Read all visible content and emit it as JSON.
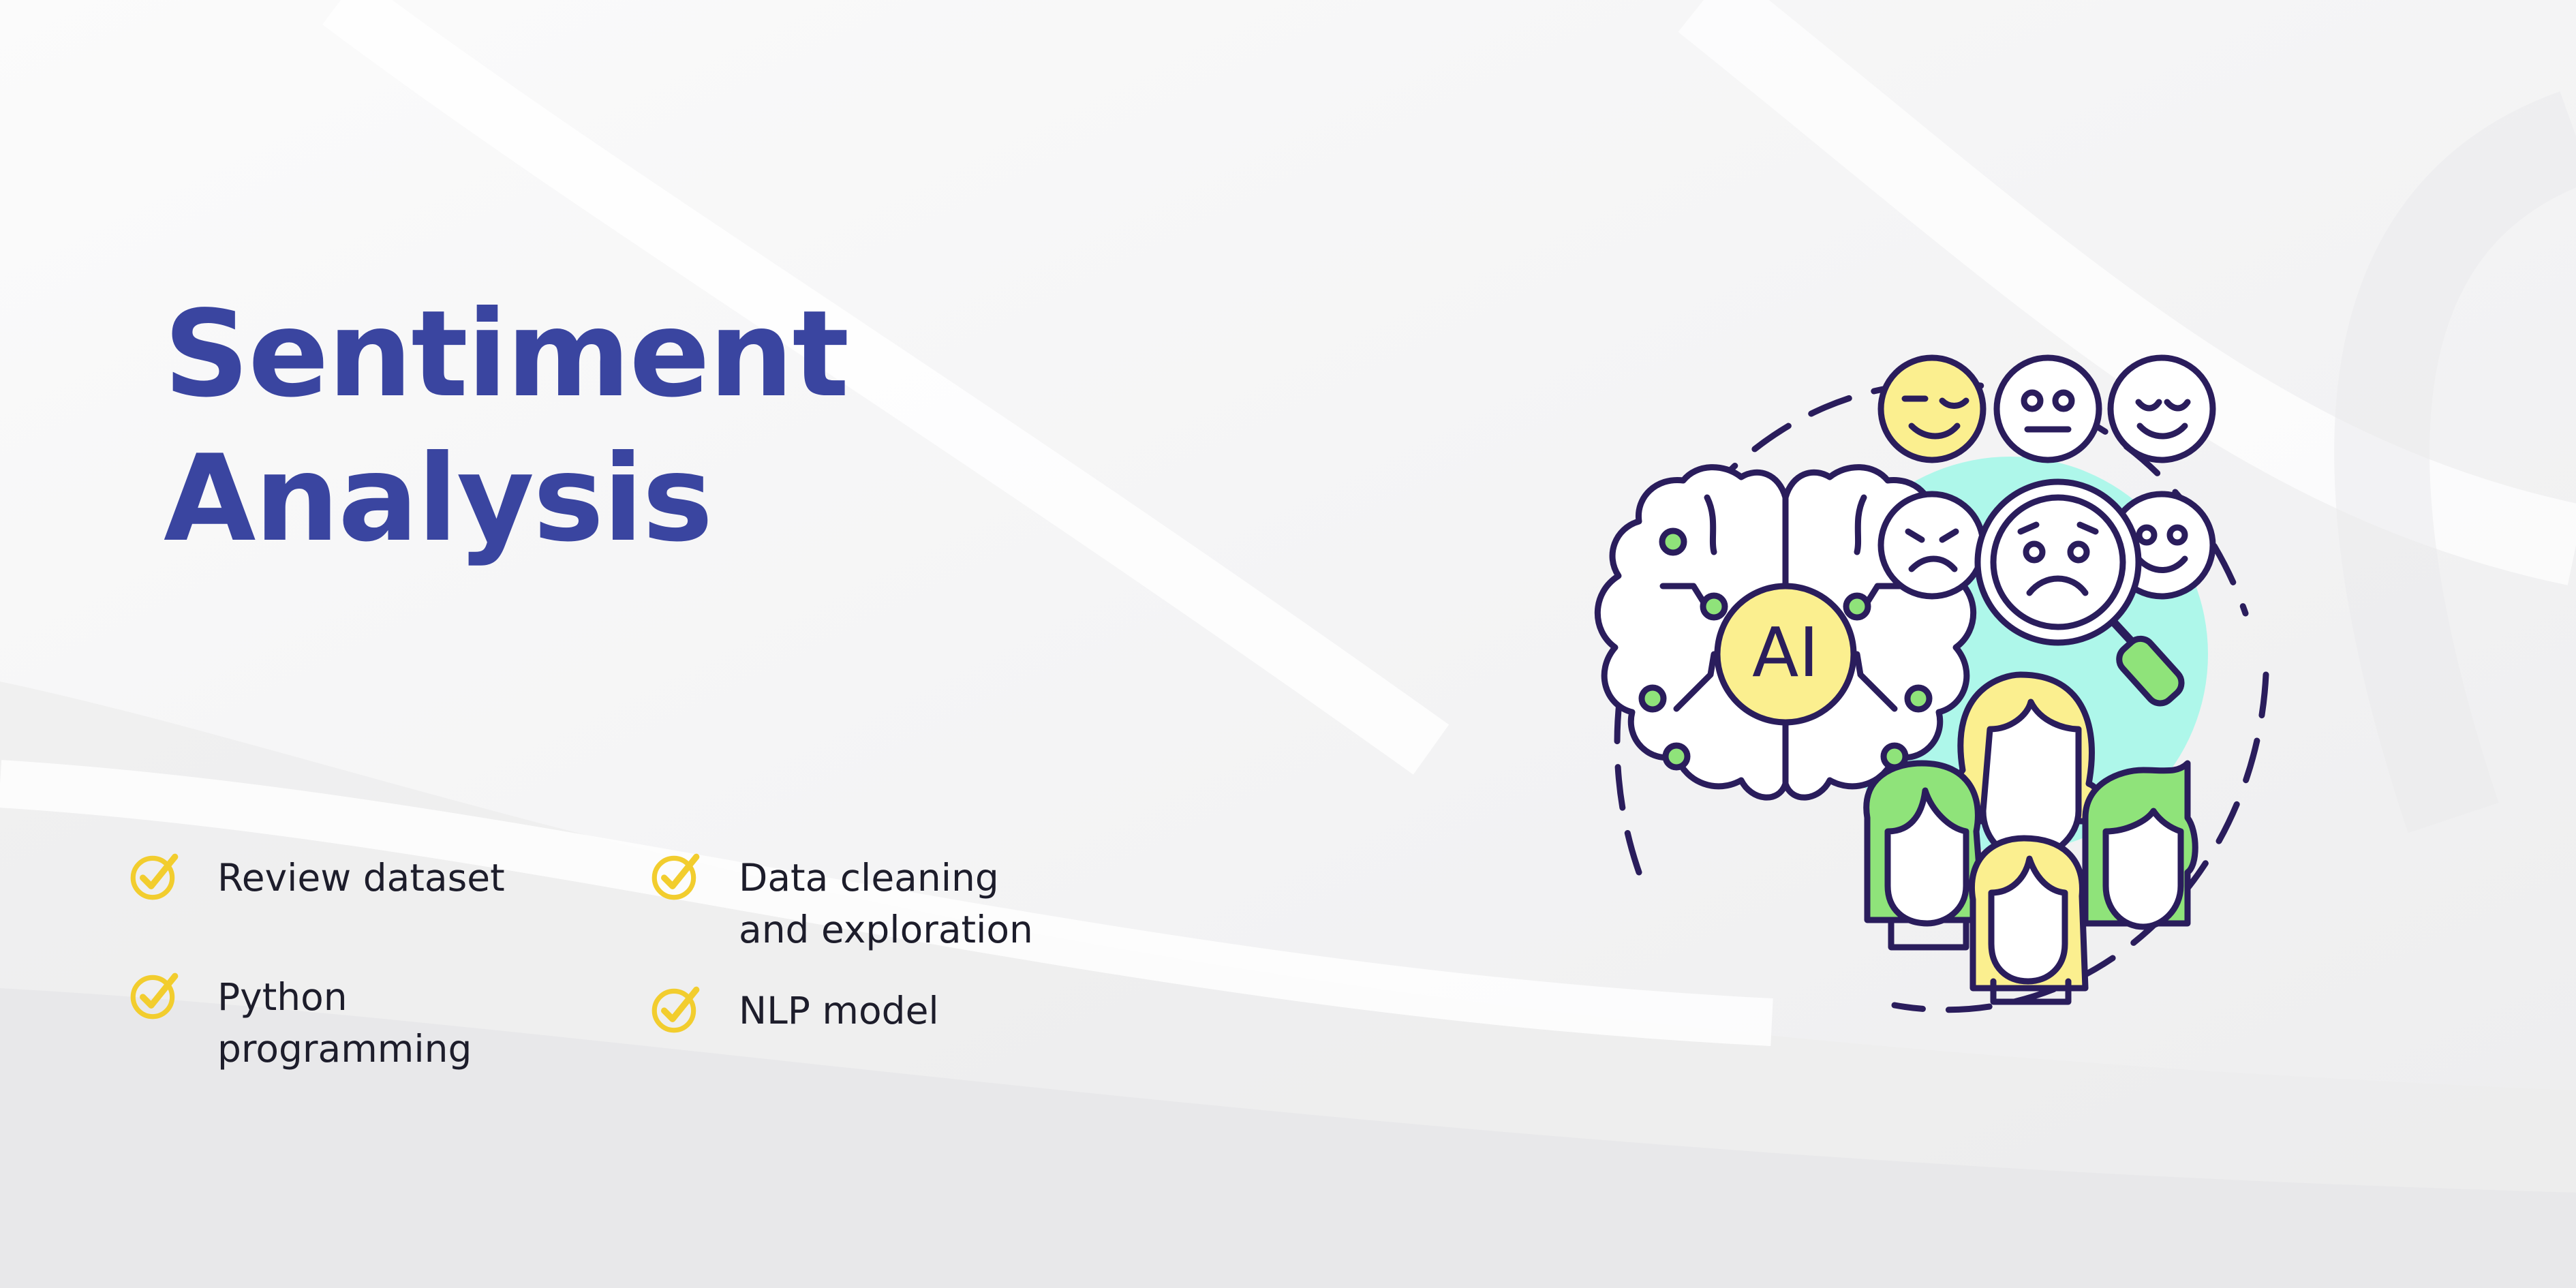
{
  "heading": {
    "line1": "Sentiment",
    "line2": "Analysis"
  },
  "features": [
    {
      "label": "Review dataset",
      "icon": "check-circle-icon"
    },
    {
      "label": "Data cleaning\nand exploration",
      "icon": "check-circle-icon"
    },
    {
      "label": "Python\nprogramming",
      "icon": "check-circle-icon"
    },
    {
      "label": "NLP model",
      "icon": "check-circle-icon"
    }
  ],
  "illustration": {
    "brain_badge": "AI"
  },
  "colors": {
    "heading": "#3a45a0",
    "check": "#f2cd2e",
    "outline": "#2a1d5c",
    "yellow": "#fbef8f",
    "green": "#8fe37a",
    "mint": "#aef7ea"
  }
}
